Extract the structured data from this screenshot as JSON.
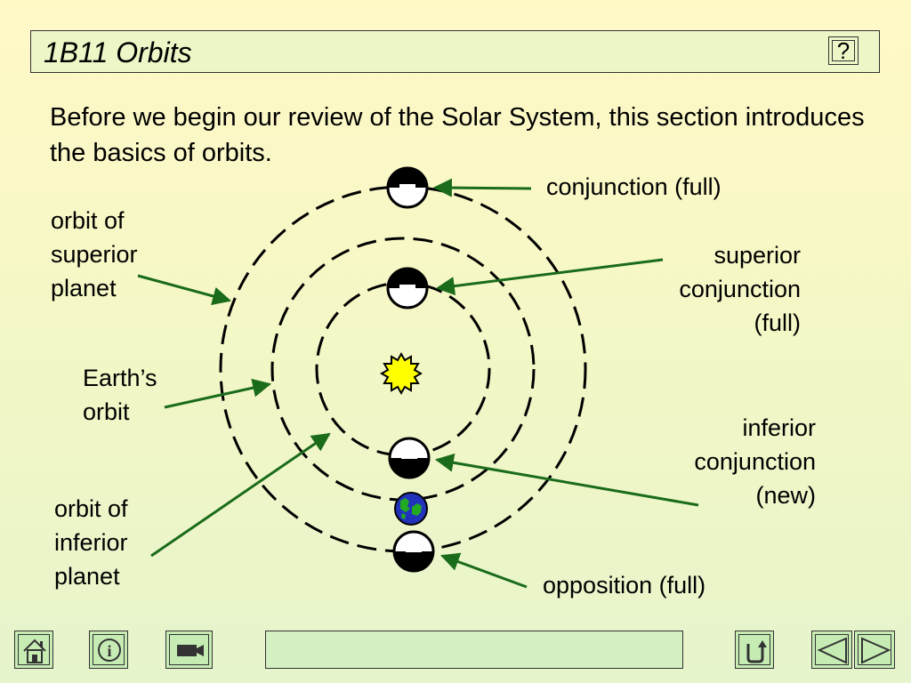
{
  "title": "1B11 Orbits",
  "help_label": "?",
  "intro": "Before we begin our review of the Solar System, this section introduces the basics of orbits.",
  "labels": {
    "conjunction": "conjunction (full)",
    "superior_conjunction": "superior\nconjunction\n(full)",
    "inferior_conjunction": "inferior\nconjunction\n(new)",
    "opposition": "opposition (full)",
    "orbit_superior": "orbit of\nsuperior\nplanet",
    "earth_orbit": "Earth’s\norbit",
    "orbit_inferior": "orbit of\ninferior\nplanet"
  },
  "colors": {
    "arrow": "#1a6b1a",
    "sun": "#ffff00",
    "earth_ocean": "#2233bb",
    "earth_land": "#22aa22",
    "button_fill": "#c6ecb4",
    "title_fill": "#ecf7c7"
  },
  "nav": {
    "home": "home-icon",
    "info": "info-icon",
    "video": "video-camera-icon",
    "back": "return-arrow-icon",
    "prev": "previous-triangle-icon",
    "next": "next-triangle-icon"
  }
}
